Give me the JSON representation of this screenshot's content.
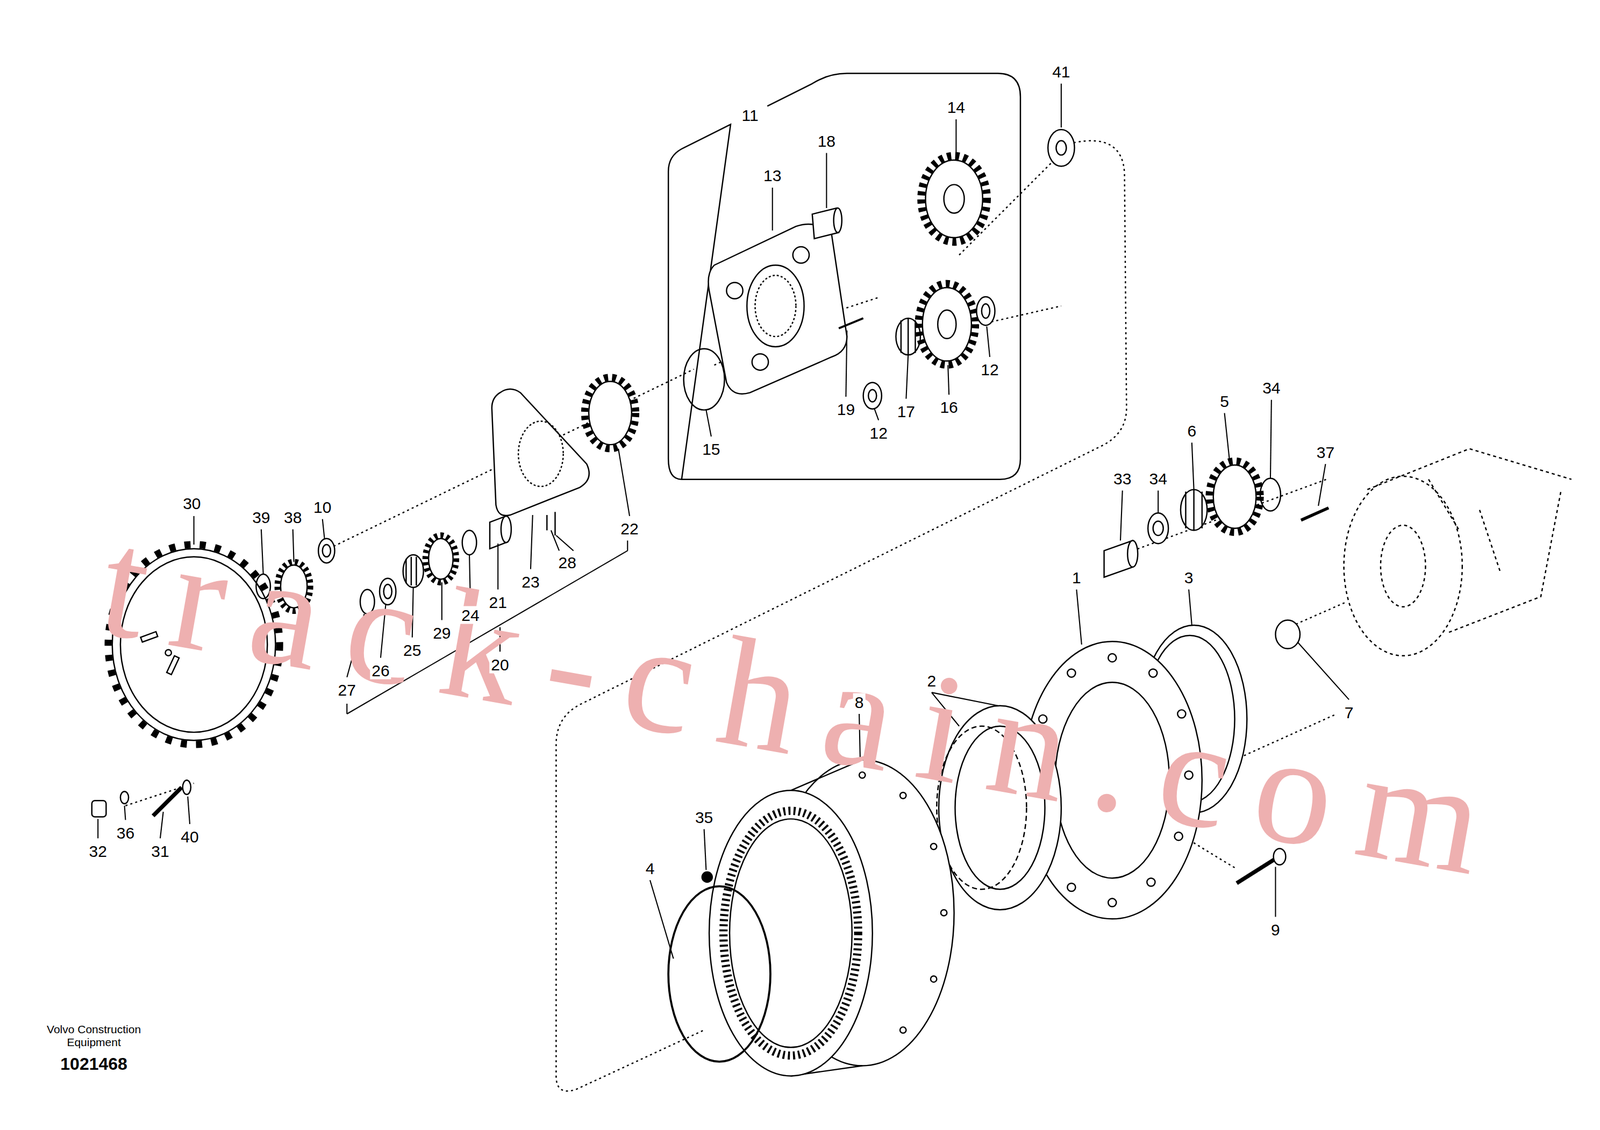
{
  "diagram": {
    "labels": [
      "41",
      "11",
      "18",
      "14",
      "13",
      "12",
      "19",
      "12",
      "17",
      "16",
      "15",
      "30",
      "38",
      "10",
      "39",
      "22",
      "23",
      "28",
      "21",
      "24",
      "29",
      "25",
      "26",
      "27",
      "20",
      "34",
      "5",
      "34",
      "37",
      "33",
      "6",
      "1",
      "3",
      "7",
      "8",
      "2",
      "35",
      "4",
      "9",
      "32",
      "36",
      "31",
      "40",
      "Volvo Construction Equipment",
      "1021468",
      "track-chain.com"
    ]
  }
}
